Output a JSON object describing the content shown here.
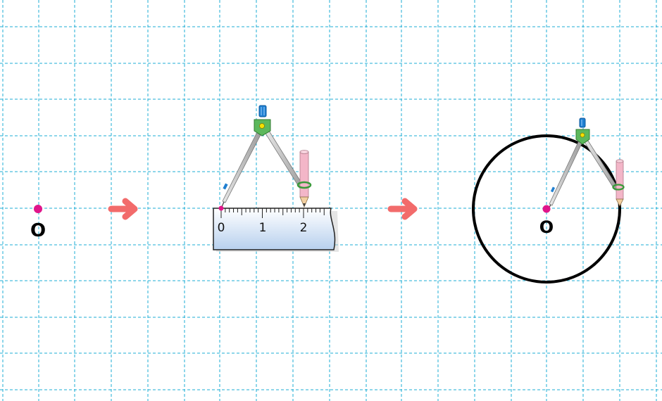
{
  "grid": {
    "color": "#1eaed4"
  },
  "colors": {
    "point": "#e0158a",
    "arrow": "#f26b6b",
    "circle": "#000000",
    "compass_head": "#5cb85c",
    "compass_knob": "#1f7fd1",
    "compass_arm": "#b8b8b8",
    "pencil": "#f3b6c8",
    "ruler_top": "#ffffff",
    "ruler_bottom": "#b7d0ee"
  },
  "step1": {
    "center_label": "O"
  },
  "step2": {
    "ruler_ticks": [
      "0",
      "1",
      "2"
    ]
  },
  "step3": {
    "center_label": "O"
  },
  "icons": {
    "arrow_1": "right-arrow-icon",
    "arrow_2": "right-arrow-icon",
    "compass": "compass-icon",
    "ruler": "ruler-icon"
  }
}
